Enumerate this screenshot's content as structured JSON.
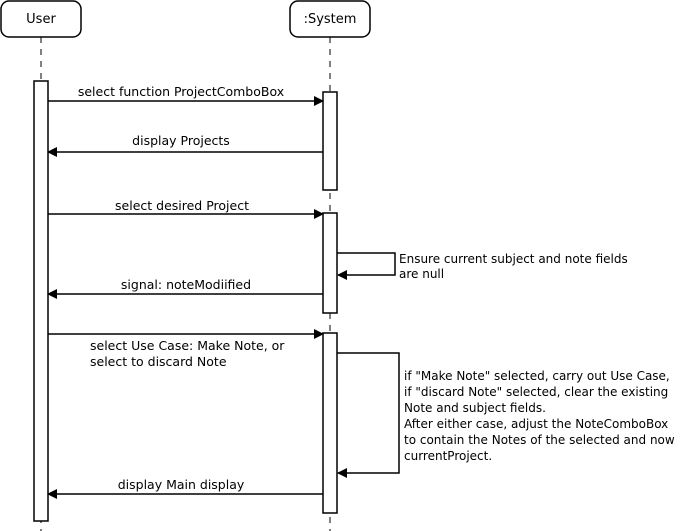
{
  "participants": {
    "user": "User",
    "system": ":System"
  },
  "messages": {
    "m1": "select function ProjectComboBox",
    "m2": "display Projects",
    "m3": "select desired Project",
    "m4": "signal: noteModiified",
    "m5_line1": "select Use Case: Make Note, or",
    "m5_line2": "select to discard Note",
    "m6": "display Main display"
  },
  "self_notes": {
    "note1_line1": "Ensure current subject and note fields",
    "note1_line2": "are null",
    "note2_lines": [
      "if \"Make Note\" selected, carry out Use Case,",
      "if \"discard Note\" selected, clear the existing",
      "Note and subject fields.",
      "After either case, adjust the NoteComboBox",
      "to contain the Notes of the selected and now",
      "currentProject."
    ]
  }
}
